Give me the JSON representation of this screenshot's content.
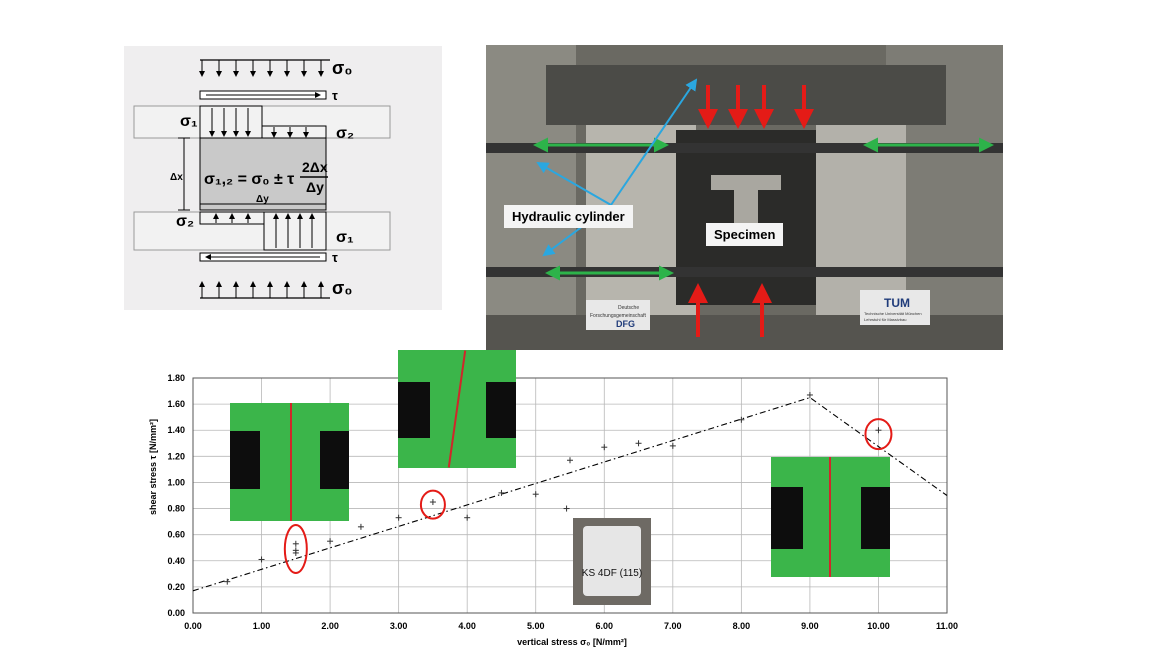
{
  "schematic": {
    "label_sigma0_top": "σ₀",
    "label_tau_top": "τ",
    "label_sigma1_left": "σ₁",
    "label_sigma2_right": "σ₂",
    "label_dx": "Δx",
    "formula_lhs": "σ₁,₂ = σ₀ ± τ",
    "formula_num": "2Δx",
    "formula_den": "Δy",
    "label_dy": "Δy",
    "label_sigma2_left": "σ₂",
    "label_sigma1_right": "σ₁",
    "label_tau_bottom": "τ",
    "label_sigma0_bottom": "σ₀"
  },
  "photo": {
    "callout_cylinder": "Hydraulic cylinder",
    "callout_specimen": "Specimen",
    "sign_left_line1": "Deutsche",
    "sign_left_line2": "Forschungsgemeinschaft",
    "sign_left_logo": "DFG",
    "sign_right_logo": "TUM",
    "sign_right_line1": "Technische Universität München",
    "sign_right_line2": "Lehrstuhl für Massivbau"
  },
  "brick_label": "KS 4DF (115)",
  "colors": {
    "red_arrow": "#e41b17",
    "green_arrow": "#2db34a",
    "blue_line": "#2aa7e0",
    "specimen_green": "#3bb54a",
    "ellipse": "#e41b17"
  },
  "chart_data": {
    "type": "scatter",
    "xlabel": "vertical stress σ₀ [N/mm²]",
    "ylabel": "shear stress τ [N/mm²]",
    "xlim": [
      0,
      11
    ],
    "ylim": [
      0,
      1.8
    ],
    "x_ticks": [
      "0.00",
      "1.00",
      "2.00",
      "3.00",
      "4.00",
      "5.00",
      "6.00",
      "7.00",
      "8.00",
      "9.00",
      "10.00",
      "11.00"
    ],
    "y_ticks": [
      "0.00",
      "0.20",
      "0.40",
      "0.60",
      "0.80",
      "1.00",
      "1.20",
      "1.40",
      "1.60",
      "1.80"
    ],
    "grid": true,
    "series": [
      {
        "marker": "+",
        "points": [
          [
            0.5,
            0.24
          ],
          [
            1.0,
            0.41
          ],
          [
            1.5,
            0.53
          ],
          [
            1.5,
            0.48
          ],
          [
            1.5,
            0.46
          ],
          [
            2.0,
            0.55
          ],
          [
            2.45,
            0.66
          ],
          [
            3.0,
            0.73
          ],
          [
            3.5,
            0.85
          ],
          [
            4.0,
            0.73
          ],
          [
            4.5,
            0.92
          ],
          [
            5.0,
            0.91
          ],
          [
            5.45,
            0.8
          ],
          [
            5.5,
            1.17
          ],
          [
            6.0,
            1.27
          ],
          [
            6.5,
            1.3
          ],
          [
            7.0,
            1.28
          ],
          [
            8.0,
            1.48
          ],
          [
            9.0,
            1.67
          ],
          [
            10.0,
            1.4
          ]
        ]
      },
      {
        "style": "dash-dot",
        "points": [
          [
            0,
            0.17
          ],
          [
            9.0,
            1.65
          ],
          [
            11.0,
            0.9
          ]
        ]
      }
    ],
    "annotations_circled": [
      [
        1.5,
        0.49
      ],
      [
        3.5,
        0.83
      ],
      [
        10.0,
        1.37
      ]
    ]
  }
}
